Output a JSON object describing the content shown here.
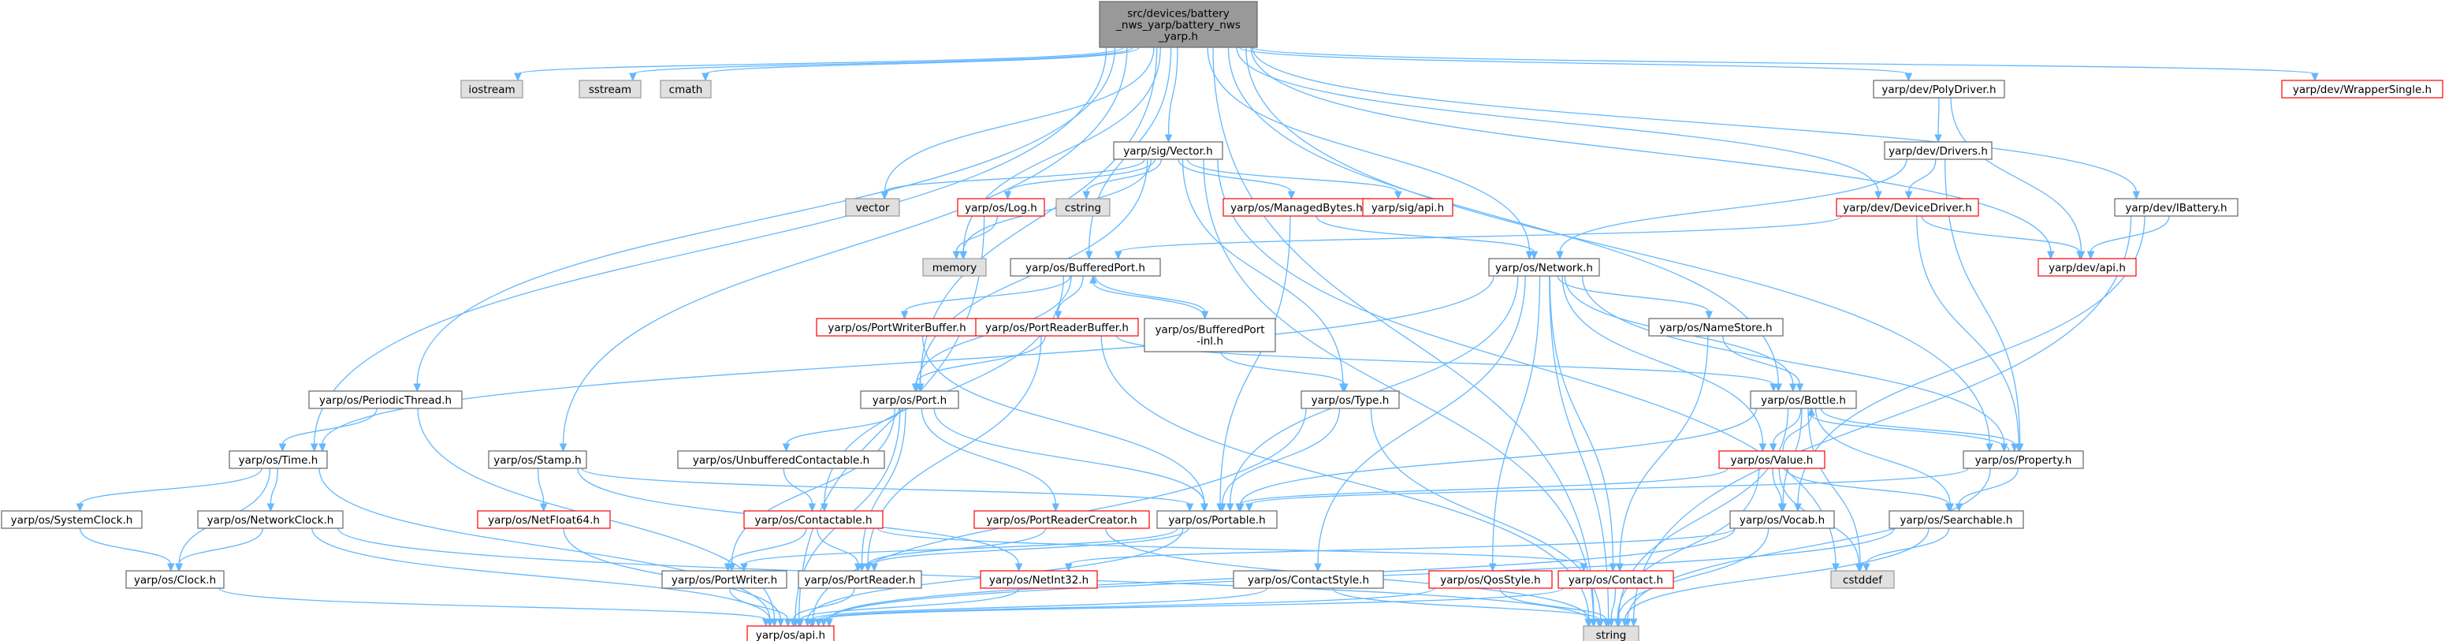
{
  "diagram": {
    "type": "include-dependency-graph",
    "colors": {
      "edge": "#63B8FF",
      "root_fill": "#999999",
      "root_border": "#666666",
      "normal_fill": "#ffffff",
      "normal_border": "#666666",
      "system_fill": "#e0e0e0",
      "system_border": "#999999",
      "missing_border": "#ff0000",
      "text": "#000000"
    },
    "nodes": [
      {
        "id": "root",
        "label": "src/devices/battery\n_nws_yarp/battery_nws\n_yarp.h",
        "kind": "root"
      },
      {
        "id": "iostream",
        "label": "iostream",
        "kind": "system"
      },
      {
        "id": "sstream",
        "label": "sstream",
        "kind": "system"
      },
      {
        "id": "cmath",
        "label": "cmath",
        "kind": "system"
      },
      {
        "id": "vector",
        "label": "vector",
        "kind": "system"
      },
      {
        "id": "cstring",
        "label": "cstring",
        "kind": "system"
      },
      {
        "id": "memory",
        "label": "memory",
        "kind": "system"
      },
      {
        "id": "cstddef",
        "label": "cstddef",
        "kind": "system"
      },
      {
        "id": "string",
        "label": "string",
        "kind": "system"
      },
      {
        "id": "sigvector",
        "label": "yarp/sig/Vector.h",
        "kind": "normal"
      },
      {
        "id": "oslog",
        "label": "yarp/os/Log.h",
        "kind": "missing"
      },
      {
        "id": "managedbytes",
        "label": "yarp/os/ManagedBytes.h",
        "kind": "missing"
      },
      {
        "id": "sigapi",
        "label": "yarp/sig/api.h",
        "kind": "missing"
      },
      {
        "id": "bufferedport",
        "label": "yarp/os/BufferedPort.h",
        "kind": "normal"
      },
      {
        "id": "portwriterbuffer",
        "label": "yarp/os/PortWriterBuffer.h",
        "kind": "missing"
      },
      {
        "id": "portreaderbuffer",
        "label": "yarp/os/PortReaderBuffer.h",
        "kind": "missing"
      },
      {
        "id": "bufferedportinl",
        "label": "yarp/os/BufferedPort\n-inl.h",
        "kind": "normal"
      },
      {
        "id": "network",
        "label": "yarp/os/Network.h",
        "kind": "normal"
      },
      {
        "id": "namestore",
        "label": "yarp/os/NameStore.h",
        "kind": "normal"
      },
      {
        "id": "periodicthread",
        "label": "yarp/os/PeriodicThread.h",
        "kind": "normal"
      },
      {
        "id": "port",
        "label": "yarp/os/Port.h",
        "kind": "normal"
      },
      {
        "id": "type",
        "label": "yarp/os/Type.h",
        "kind": "normal"
      },
      {
        "id": "bottle",
        "label": "yarp/os/Bottle.h",
        "kind": "normal"
      },
      {
        "id": "time",
        "label": "yarp/os/Time.h",
        "kind": "normal"
      },
      {
        "id": "stamp",
        "label": "yarp/os/Stamp.h",
        "kind": "normal"
      },
      {
        "id": "unbuffered",
        "label": "yarp/os/UnbufferedContactable.h",
        "kind": "normal"
      },
      {
        "id": "value",
        "label": "yarp/os/Value.h",
        "kind": "missing"
      },
      {
        "id": "property",
        "label": "yarp/os/Property.h",
        "kind": "normal"
      },
      {
        "id": "systemclock",
        "label": "yarp/os/SystemClock.h",
        "kind": "normal"
      },
      {
        "id": "networkclock",
        "label": "yarp/os/NetworkClock.h",
        "kind": "normal"
      },
      {
        "id": "netfloat64",
        "label": "yarp/os/NetFloat64.h",
        "kind": "missing"
      },
      {
        "id": "contactable",
        "label": "yarp/os/Contactable.h",
        "kind": "missing"
      },
      {
        "id": "portreadercreator",
        "label": "yarp/os/PortReaderCreator.h",
        "kind": "missing"
      },
      {
        "id": "portable",
        "label": "yarp/os/Portable.h",
        "kind": "normal"
      },
      {
        "id": "vocab",
        "label": "yarp/os/Vocab.h",
        "kind": "normal"
      },
      {
        "id": "searchable",
        "label": "yarp/os/Searchable.h",
        "kind": "normal"
      },
      {
        "id": "clock",
        "label": "yarp/os/Clock.h",
        "kind": "normal"
      },
      {
        "id": "portwriter",
        "label": "yarp/os/PortWriter.h",
        "kind": "normal"
      },
      {
        "id": "portreader",
        "label": "yarp/os/PortReader.h",
        "kind": "normal"
      },
      {
        "id": "netint32",
        "label": "yarp/os/NetInt32.h",
        "kind": "missing"
      },
      {
        "id": "contactstyle",
        "label": "yarp/os/ContactStyle.h",
        "kind": "normal"
      },
      {
        "id": "qosstyle",
        "label": "yarp/os/QosStyle.h",
        "kind": "missing"
      },
      {
        "id": "contact",
        "label": "yarp/os/Contact.h",
        "kind": "missing"
      },
      {
        "id": "osapi",
        "label": "yarp/os/api.h",
        "kind": "missing"
      },
      {
        "id": "polydriver",
        "label": "yarp/dev/PolyDriver.h",
        "kind": "normal"
      },
      {
        "id": "drivers",
        "label": "yarp/dev/Drivers.h",
        "kind": "normal"
      },
      {
        "id": "devicedriver",
        "label": "yarp/dev/DeviceDriver.h",
        "kind": "missing"
      },
      {
        "id": "devapi",
        "label": "yarp/dev/api.h",
        "kind": "missing"
      },
      {
        "id": "ibattery",
        "label": "yarp/dev/IBattery.h",
        "kind": "normal"
      },
      {
        "id": "wrappersingle",
        "label": "yarp/dev/WrapperSingle.h",
        "kind": "missing"
      }
    ],
    "edges": [
      [
        "root",
        "iostream"
      ],
      [
        "root",
        "sstream"
      ],
      [
        "root",
        "cmath"
      ],
      [
        "root",
        "vector"
      ],
      [
        "root",
        "memory"
      ],
      [
        "root",
        "string"
      ],
      [
        "root",
        "sigvector"
      ],
      [
        "root",
        "network"
      ],
      [
        "root",
        "periodicthread"
      ],
      [
        "root",
        "port"
      ],
      [
        "root",
        "time"
      ],
      [
        "root",
        "stamp"
      ],
      [
        "root",
        "bottle"
      ],
      [
        "root",
        "property"
      ],
      [
        "root",
        "bufferedport"
      ],
      [
        "root",
        "polydriver"
      ],
      [
        "root",
        "devicedriver"
      ],
      [
        "root",
        "devapi"
      ],
      [
        "root",
        "ibattery"
      ],
      [
        "root",
        "wrappersingle"
      ],
      [
        "sigvector",
        "vector"
      ],
      [
        "sigvector",
        "cstring"
      ],
      [
        "sigvector",
        "memory"
      ],
      [
        "sigvector",
        "cstddef"
      ],
      [
        "sigvector",
        "string"
      ],
      [
        "sigvector",
        "oslog"
      ],
      [
        "sigvector",
        "managedbytes"
      ],
      [
        "sigvector",
        "sigapi"
      ],
      [
        "sigvector",
        "type"
      ],
      [
        "sigvector",
        "port"
      ],
      [
        "oslog",
        "memory"
      ],
      [
        "oslog",
        "osapi"
      ],
      [
        "managedbytes",
        "network"
      ],
      [
        "managedbytes",
        "portable"
      ],
      [
        "bufferedport",
        "portwriterbuffer"
      ],
      [
        "bufferedport",
        "portreaderbuffer"
      ],
      [
        "bufferedport",
        "bufferedportinl"
      ],
      [
        "bufferedport",
        "port"
      ],
      [
        "bufferedport",
        "contactable"
      ],
      [
        "bufferedportinl",
        "bufferedport"
      ],
      [
        "bufferedportinl",
        "type"
      ],
      [
        "portwriterbuffer",
        "portable"
      ],
      [
        "portreaderbuffer",
        "port"
      ],
      [
        "portreaderbuffer",
        "portreader"
      ],
      [
        "portreaderbuffer",
        "bottle"
      ],
      [
        "portreaderbuffer",
        "string"
      ],
      [
        "network",
        "namestore"
      ],
      [
        "network",
        "bottle"
      ],
      [
        "network",
        "property"
      ],
      [
        "network",
        "portable"
      ],
      [
        "network",
        "time"
      ],
      [
        "network",
        "contactstyle"
      ],
      [
        "network",
        "qosstyle"
      ],
      [
        "network",
        "contact"
      ],
      [
        "network",
        "value"
      ],
      [
        "network",
        "string"
      ],
      [
        "namestore",
        "bottle"
      ],
      [
        "namestore",
        "contact"
      ],
      [
        "periodicthread",
        "time"
      ],
      [
        "periodicthread",
        "osapi"
      ],
      [
        "port",
        "unbuffered"
      ],
      [
        "port",
        "portreadercreator"
      ],
      [
        "port",
        "portable"
      ],
      [
        "port",
        "portwriter"
      ],
      [
        "port",
        "portreader"
      ],
      [
        "port",
        "osapi"
      ],
      [
        "unbuffered",
        "contactable"
      ],
      [
        "type",
        "portable"
      ],
      [
        "type",
        "string"
      ],
      [
        "type",
        "osapi"
      ],
      [
        "bottle",
        "value"
      ],
      [
        "bottle",
        "property"
      ],
      [
        "bottle",
        "portable"
      ],
      [
        "bottle",
        "searchable"
      ],
      [
        "bottle",
        "vocab"
      ],
      [
        "bottle",
        "string"
      ],
      [
        "bottle",
        "cstddef"
      ],
      [
        "value",
        "bottle"
      ],
      [
        "value",
        "portable"
      ],
      [
        "value",
        "vocab"
      ],
      [
        "value",
        "searchable"
      ],
      [
        "value",
        "cstddef"
      ],
      [
        "value",
        "string"
      ],
      [
        "property",
        "bottle"
      ],
      [
        "property",
        "searchable"
      ],
      [
        "property",
        "portable"
      ],
      [
        "property",
        "string"
      ],
      [
        "time",
        "systemclock"
      ],
      [
        "time",
        "networkclock"
      ],
      [
        "time",
        "clock"
      ],
      [
        "time",
        "osapi"
      ],
      [
        "stamp",
        "netfloat64"
      ],
      [
        "stamp",
        "portable"
      ],
      [
        "stamp",
        "netint32"
      ],
      [
        "systemclock",
        "clock"
      ],
      [
        "networkclock",
        "clock"
      ],
      [
        "networkclock",
        "osapi"
      ],
      [
        "networkclock",
        "string"
      ],
      [
        "netfloat64",
        "osapi"
      ],
      [
        "contactable",
        "portwriter"
      ],
      [
        "contactable",
        "portreader"
      ],
      [
        "contactable",
        "contact"
      ],
      [
        "portreadercreator",
        "portreader"
      ],
      [
        "portreadercreator",
        "string"
      ],
      [
        "portable",
        "portwriter"
      ],
      [
        "portable",
        "portreader"
      ],
      [
        "portable",
        "osapi"
      ],
      [
        "vocab",
        "netint32"
      ],
      [
        "vocab",
        "string"
      ],
      [
        "vocab",
        "osapi"
      ],
      [
        "searchable",
        "cstddef"
      ],
      [
        "searchable",
        "string"
      ],
      [
        "searchable",
        "osapi"
      ],
      [
        "clock",
        "osapi"
      ],
      [
        "portwriter",
        "osapi"
      ],
      [
        "portreader",
        "osapi"
      ],
      [
        "netint32",
        "osapi"
      ],
      [
        "contactstyle",
        "string"
      ],
      [
        "contactstyle",
        "osapi"
      ],
      [
        "qosstyle",
        "string"
      ],
      [
        "qosstyle",
        "osapi"
      ],
      [
        "contact",
        "string"
      ],
      [
        "contact",
        "osapi"
      ],
      [
        "polydriver",
        "drivers"
      ],
      [
        "polydriver",
        "devapi"
      ],
      [
        "drivers",
        "devicedriver"
      ],
      [
        "drivers",
        "network"
      ],
      [
        "drivers",
        "property"
      ],
      [
        "devicedriver",
        "devapi"
      ],
      [
        "devicedriver",
        "property"
      ],
      [
        "devicedriver",
        "bufferedport"
      ],
      [
        "ibattery",
        "devapi"
      ],
      [
        "ibattery",
        "vocab"
      ],
      [
        "ibattery",
        "string"
      ]
    ]
  }
}
